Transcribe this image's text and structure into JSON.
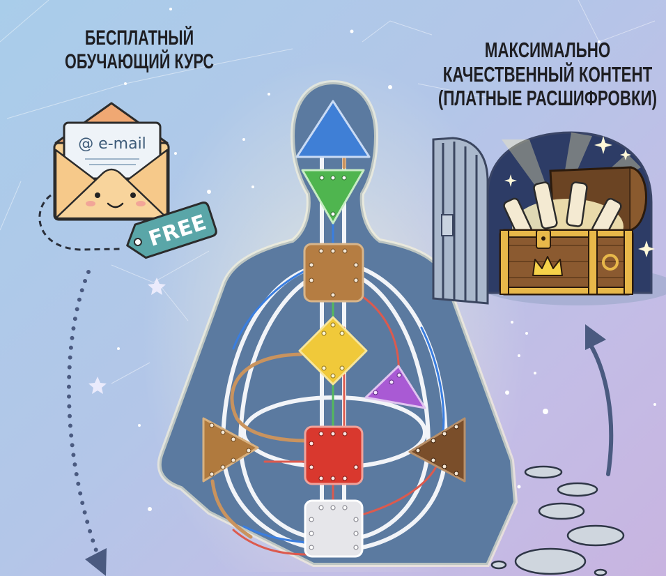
{
  "left_panel": {
    "caption_line1": "БЕСПЛАТНЫЙ",
    "caption_line2": "ОБУЧАЮЩИЙ КУРС",
    "envelope_label": "@ e-mail",
    "tag_label": "FREE",
    "arrow_direction": "down"
  },
  "right_panel": {
    "caption_line1": "МАКСИМАЛЬНО",
    "caption_line2": "КАЧЕСТВЕННЫЙ КОНТЕНТ",
    "caption_line3": "(ПЛАТНЫЕ РАСШИФРОВКИ)",
    "illustration": "open gate with treasure chest of scrolls",
    "arrow_direction": "up"
  },
  "center": {
    "figure": "human silhouette bodygraph",
    "centers": [
      {
        "name": "head",
        "shape": "triangle-up",
        "color": "#3f7fd6"
      },
      {
        "name": "ajna",
        "shape": "triangle-down",
        "color": "#4fb54f"
      },
      {
        "name": "throat",
        "shape": "square",
        "color": "#b07a3e"
      },
      {
        "name": "g-center",
        "shape": "diamond",
        "color": "#f0c93a"
      },
      {
        "name": "heart",
        "shape": "triangle",
        "color": "#a95ad4"
      },
      {
        "name": "spleen",
        "shape": "triangle-right",
        "color": "#b07a3e"
      },
      {
        "name": "sacral",
        "shape": "square",
        "color": "#d9382e"
      },
      {
        "name": "solar-plexus",
        "shape": "triangle-left",
        "color": "#7a4e2a"
      },
      {
        "name": "root",
        "shape": "square",
        "color": "#e6e6ea"
      }
    ]
  },
  "colors": {
    "bg_left": "#a9cdea",
    "bg_right": "#c8b4e0",
    "silhouette": "#5b7aa0",
    "arrow": "#4a5a80",
    "text": "#1e1e22"
  }
}
